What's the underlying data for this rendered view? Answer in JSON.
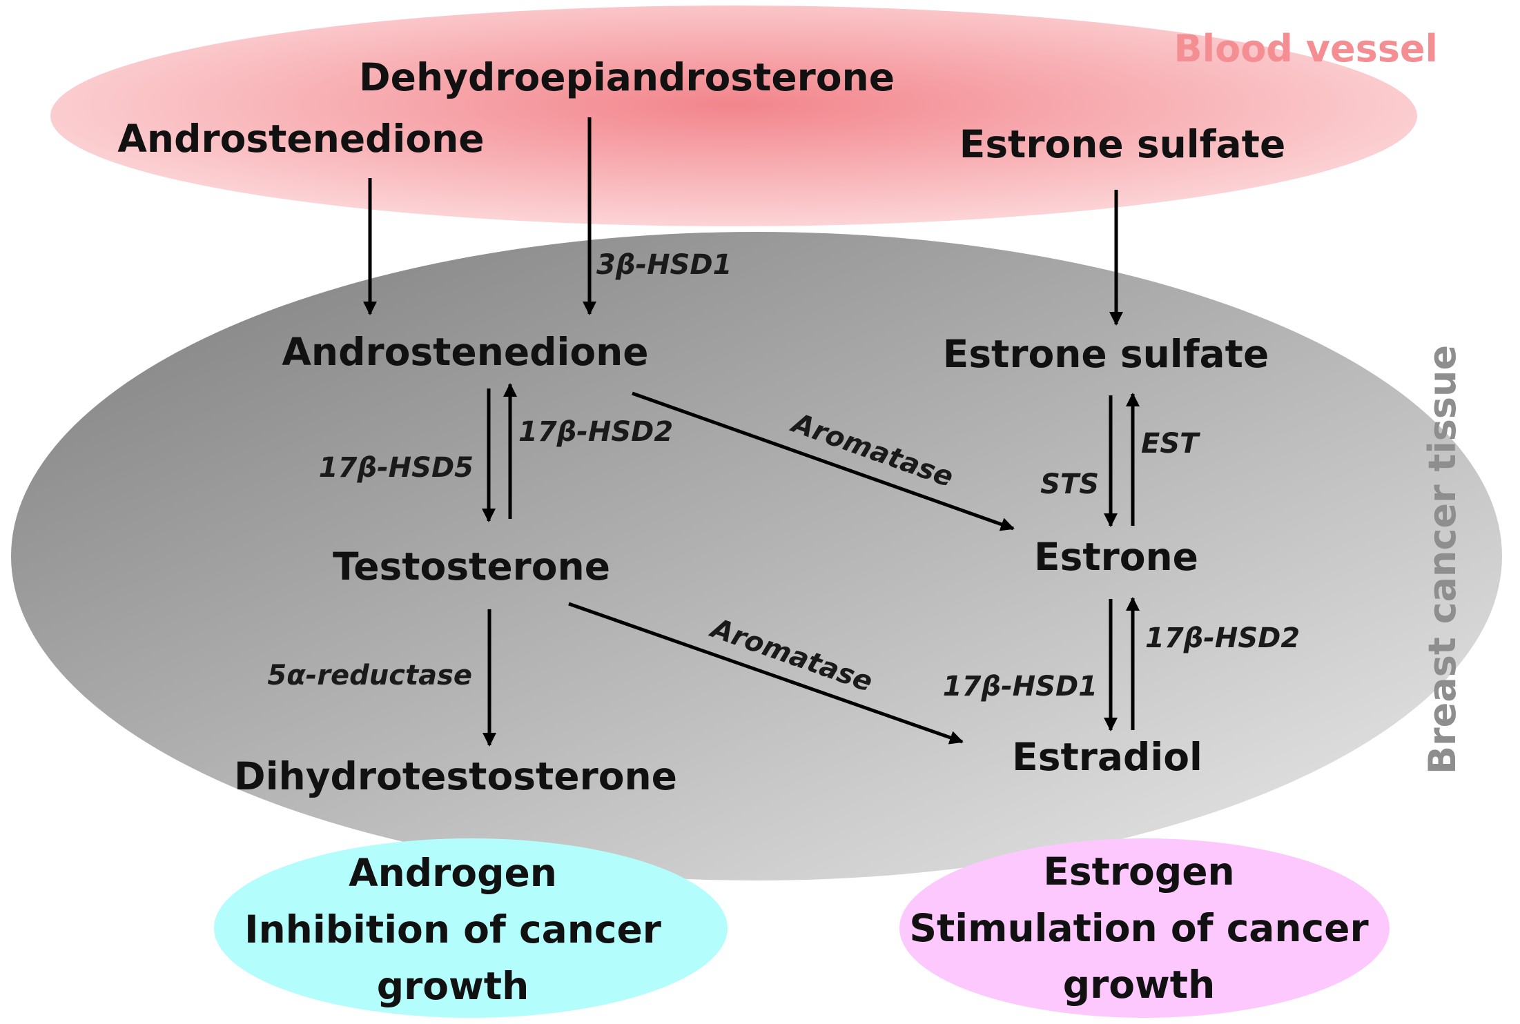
{
  "regions": {
    "blood_vessel": {
      "label": "Blood vessel",
      "color": "#f58e93"
    },
    "tissue": {
      "label": "Breast cancer tissue",
      "color": "#8e8e8e"
    }
  },
  "blood": {
    "dhea": "Dehydroepiandrosterone",
    "androstenedione": "Androstenedione",
    "estrone_sulfate": "Estrone sulfate"
  },
  "tissue": {
    "androstenedione": "Androstenedione",
    "estrone_sulfate": "Estrone sulfate",
    "testosterone": "Testosterone",
    "estrone": "Estrone",
    "dihydrotestosterone": "Dihydrotestosterone",
    "estradiol": "Estradiol"
  },
  "enzymes": {
    "hsd3b1": "3β-HSD1",
    "hsd17b5": "17β-HSD5",
    "hsd17b2_left": "17β-HSD2",
    "aromatase_top": "Aromatase",
    "sts": "STS",
    "est": "EST",
    "reductase": "5α-reductase",
    "aromatase_bottom": "Aromatase",
    "hsd17b1": "17β-HSD1",
    "hsd17b2_right": "17β-HSD2"
  },
  "outcomes": {
    "androgen": {
      "line1": "Androgen",
      "line2": "Inhibition of cancer",
      "line3": "growth",
      "color": "#b3fdfd"
    },
    "estrogen": {
      "line1": "Estrogen",
      "line2": "Stimulation of cancer",
      "line3": "growth",
      "color": "#fdc8fd"
    }
  }
}
